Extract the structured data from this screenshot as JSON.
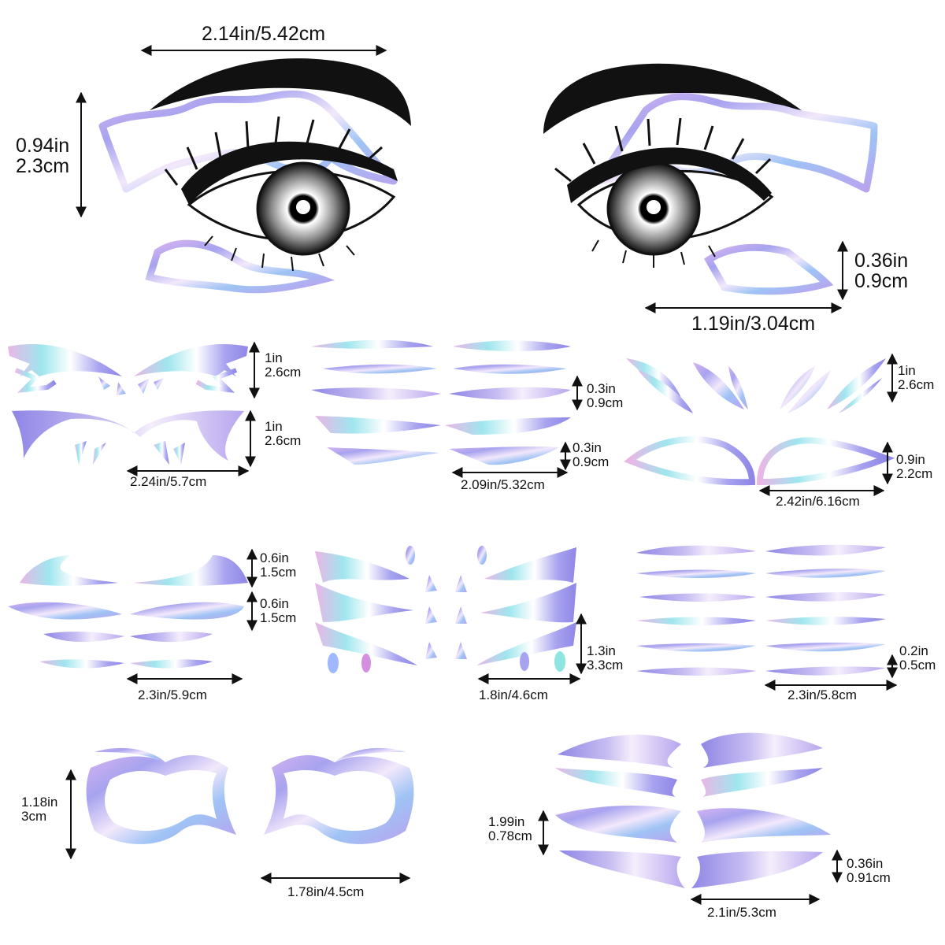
{
  "eyes": {
    "left_width": "2.14in/5.42cm",
    "left_height_in": "0.94in",
    "left_height_cm": "2.3cm",
    "right_height_in": "0.36in",
    "right_height_cm": "0.9cm",
    "right_width": "1.19in/3.04cm"
  },
  "sets": {
    "wings": {
      "h1_in": "1in",
      "h1_cm": "2.6cm",
      "h2_in": "1in",
      "h2_cm": "2.6cm",
      "width": "2.24in/5.7cm"
    },
    "thin_liners": {
      "h1_in": "0.3in",
      "h1_cm": "0.9cm",
      "h2_in": "0.3in",
      "h2_cm": "0.9cm",
      "width": "2.09in/5.32cm"
    },
    "claws": {
      "h1_in": "1in",
      "h1_cm": "2.6cm",
      "h2_in": "0.9in",
      "h2_cm": "2.2cm",
      "width": "2.42in/6.16cm"
    },
    "swoops": {
      "h1_in": "0.6in",
      "h1_cm": "1.5cm",
      "h2_in": "0.6in",
      "h2_cm": "1.5cm",
      "width": "2.3in/5.9cm"
    },
    "feathers": {
      "h_in": "1.3in",
      "h_cm": "3.3cm",
      "width": "1.8in/4.6cm"
    },
    "brow_strips": {
      "h_in": "0.2in",
      "h_cm": "0.5cm",
      "width": "2.3in/5.8cm"
    },
    "masks": {
      "h_in": "1.18in",
      "h_cm": "3cm",
      "width": "1.78in/4.5cm"
    },
    "brows": {
      "h1_in": "1.99in",
      "h1_cm": "0.78cm",
      "h2_in": "0.36in",
      "h2_cm": "0.91cm",
      "width": "2.1in/5.3cm"
    }
  },
  "colors": {
    "holo_purple": "#a7a3ef",
    "holo_pink": "#e9b6e6",
    "holo_cyan": "#9fe6ee",
    "holo_blue": "#8fb4ff",
    "ink": "#111111"
  }
}
